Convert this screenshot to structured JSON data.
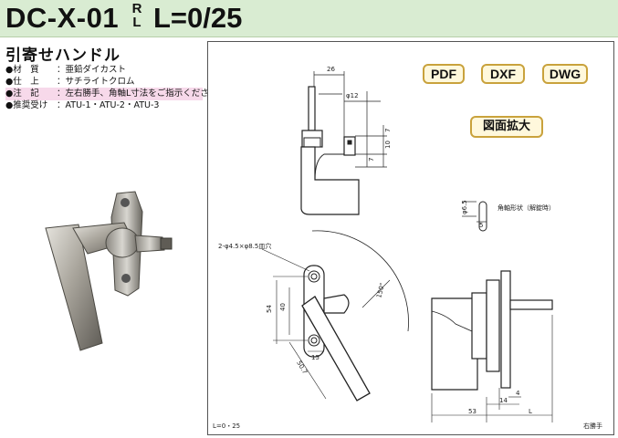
{
  "header": {
    "model": "DC-X-01",
    "hand_r": "R",
    "hand_l": "L",
    "length_range": "L=0/25",
    "product_name": "引寄せハンドル"
  },
  "specs": [
    {
      "label": "●材　質",
      "value": "：亜鉛ダイカスト",
      "highlight": false
    },
    {
      "label": "●仕　上",
      "value": "：サチライトクロム",
      "highlight": false
    },
    {
      "label": "●注　記",
      "value": "：左右勝手、角軸L寸法をご指示ください",
      "highlight": true
    },
    {
      "label": "●推奨受け",
      "value": "：ATU-1・ATU-2・ATU-3",
      "highlight": false
    }
  ],
  "downloads": {
    "pdf": "PDF",
    "dxf": "DXF",
    "dwg": "DWG",
    "zoom": "図面拡大"
  },
  "drawing": {
    "dim_26": "26",
    "dim_phi12": "φ12",
    "dim_10": "10",
    "dim_7a": "7",
    "dim_7b": "7",
    "dim_phi65": "φ6.5",
    "dim_5": "5",
    "shaft_note": "角軸形状（解錠時）",
    "hole_note": "2-φ4.5×φ8.5皿穴",
    "angle_150": "150°",
    "dim_54": "54",
    "dim_40": "40",
    "dim_15": "15",
    "dim_507": "50.7",
    "dim_4": "4",
    "dim_14": "14",
    "dim_53": "53",
    "dim_L": "L",
    "l_value": "L=0・25",
    "hand_note": "右勝手"
  },
  "colors": {
    "header_bg": "#d9ecd2",
    "highlight_bg": "#f7d9ea",
    "button_border": "#c9a23c",
    "button_bg": "#fff8dc"
  }
}
